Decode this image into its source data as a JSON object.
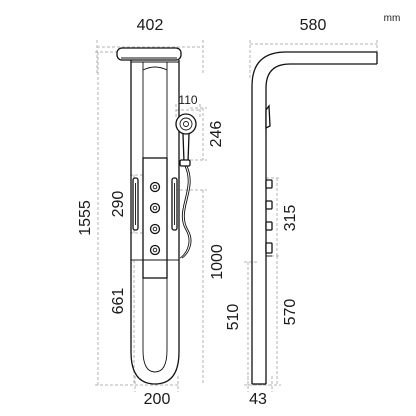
{
  "units": "mm",
  "front_view": {
    "head_width": "402",
    "handshower_diameter": "110",
    "handshower_height": "246",
    "total_height": "1555",
    "jets_zone_height": "290",
    "valve_height": "1000",
    "lower_section_height": "661",
    "base_width": "200"
  },
  "side_view": {
    "arm_reach": "580",
    "controls_height": "315",
    "lower_height_a": "510",
    "lower_height_b": "570",
    "base_depth": "43"
  }
}
